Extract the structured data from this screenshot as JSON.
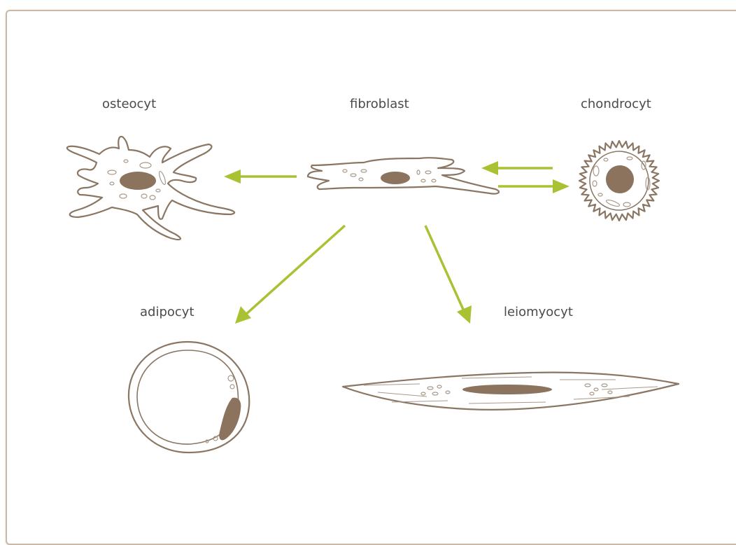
{
  "labels": {
    "osteocyt": "osteocyt",
    "fibroblast": "fibroblast",
    "chondrocyt": "chondrocyt",
    "adipocyt": "adipocyt",
    "leiomyocyt": "leiomyocyt"
  },
  "colors": {
    "arrow": "#a9c234",
    "nucleus": "#8b735d",
    "outline": "#8a7663",
    "frame": "#c9b9a6",
    "text": "#4b4b4b"
  }
}
